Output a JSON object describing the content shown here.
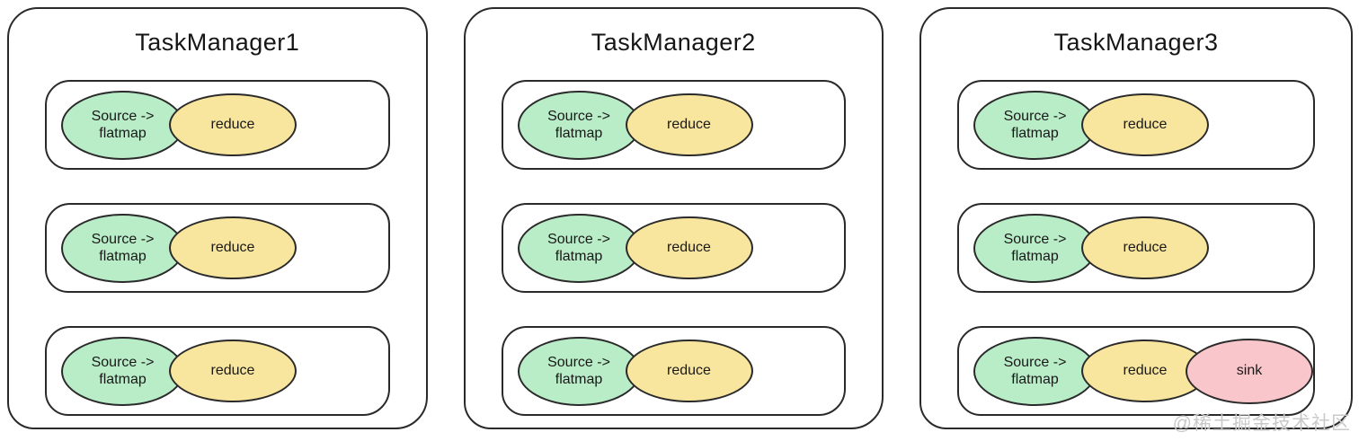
{
  "diagram": {
    "watermark": "@稀土掘金技术社区",
    "colors": {
      "stroke": "#2a2a2a",
      "source_fill": "#b9edc8",
      "reduce_fill": "#f8e59e",
      "sink_fill": "#f9c6cb"
    },
    "task_managers": [
      {
        "title": "TaskManager1",
        "slots": [
          {
            "tasks": [
              {
                "type": "source",
                "label": "Source ->\nflatmap"
              },
              {
                "type": "reduce",
                "label": "reduce"
              }
            ]
          },
          {
            "tasks": [
              {
                "type": "source",
                "label": "Source ->\nflatmap"
              },
              {
                "type": "reduce",
                "label": "reduce"
              }
            ]
          },
          {
            "tasks": [
              {
                "type": "source",
                "label": "Source ->\nflatmap"
              },
              {
                "type": "reduce",
                "label": "reduce"
              }
            ]
          }
        ]
      },
      {
        "title": "TaskManager2",
        "slots": [
          {
            "tasks": [
              {
                "type": "source",
                "label": "Source ->\nflatmap"
              },
              {
                "type": "reduce",
                "label": "reduce"
              }
            ]
          },
          {
            "tasks": [
              {
                "type": "source",
                "label": "Source ->\nflatmap"
              },
              {
                "type": "reduce",
                "label": "reduce"
              }
            ]
          },
          {
            "tasks": [
              {
                "type": "source",
                "label": "Source ->\nflatmap"
              },
              {
                "type": "reduce",
                "label": "reduce"
              }
            ]
          }
        ]
      },
      {
        "title": "TaskManager3",
        "slots": [
          {
            "tasks": [
              {
                "type": "source",
                "label": "Source ->\nflatmap"
              },
              {
                "type": "reduce",
                "label": "reduce"
              }
            ]
          },
          {
            "tasks": [
              {
                "type": "source",
                "label": "Source ->\nflatmap"
              },
              {
                "type": "reduce",
                "label": "reduce"
              }
            ]
          },
          {
            "tasks": [
              {
                "type": "source",
                "label": "Source ->\nflatmap"
              },
              {
                "type": "reduce",
                "label": "reduce"
              },
              {
                "type": "sink",
                "label": "sink"
              }
            ]
          }
        ]
      }
    ]
  }
}
